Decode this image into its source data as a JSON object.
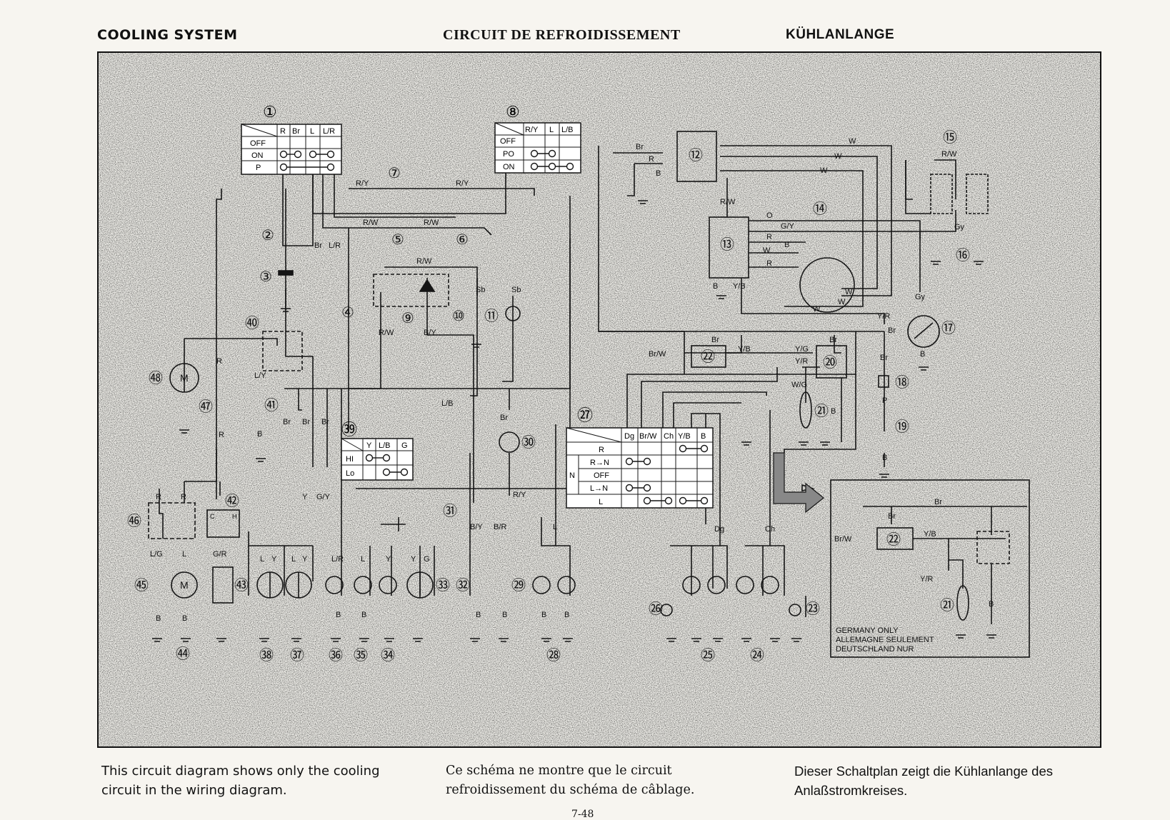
{
  "header": {
    "en": "COOLING SYSTEM",
    "fr": "CIRCUIT DE REFROIDISSEMENT",
    "de": "KÜHLANLANGE"
  },
  "captions": {
    "en": "This circuit diagram shows only the cooling circuit in the wiring diagram.",
    "fr": "Ce schéma ne montre que le circuit refroidissement du schéma de câblage.",
    "de": "Dieser Schaltplan zeigt die Kühlanlange des Anlaßstromkreises."
  },
  "page_number": "7-48",
  "switch_1": {
    "number": "①",
    "columns": [
      "R",
      "Br",
      "L",
      "L/R"
    ],
    "rows": [
      "OFF",
      "ON",
      "P"
    ]
  },
  "switch_8": {
    "number": "⑧",
    "columns": [
      "R/Y",
      "L",
      "L/B"
    ],
    "rows": [
      "OFF",
      "PO",
      "ON"
    ]
  },
  "switch_27": {
    "number": "㉗",
    "columns": [
      "Dg",
      "Br/W",
      "Ch",
      "Y/B",
      "B"
    ],
    "rows": [
      "R",
      "R→N",
      "OFF",
      "L→N",
      "L"
    ],
    "row_group": "N"
  },
  "switch_39": {
    "number": "㊴",
    "columns": [
      "Y",
      "L/B",
      "G"
    ],
    "rows": [
      "HI",
      "Lo"
    ]
  },
  "gauge_42": {
    "number": "㊷",
    "c": "C",
    "h": "H"
  },
  "inset": {
    "note_lines": [
      "GERMANY ONLY",
      "ALLEMAGNE SEULEMENT",
      "DEUTSCHLAND NUR"
    ],
    "labels": {
      "br": "Br",
      "brw": "Br/W",
      "yb": "Y/B",
      "yr": "Y/R",
      "b": "B",
      "n22": "㉒",
      "n21": "㉑"
    }
  },
  "wire_labels": {
    "ry": "R/Y",
    "rw": "R/W",
    "r": "R",
    "br": "Br",
    "b": "B",
    "w": "W",
    "o": "O",
    "gy": "G/Y",
    "gray": "Gy",
    "yb": "Y/B",
    "yr": "Y/R",
    "yg": "Y/G",
    "wg": "W/G",
    "by": "B/Y",
    "br_r": "B/R",
    "lb": "L/B",
    "ly": "L/Y",
    "lr": "L/R",
    "l": "L",
    "y": "Y",
    "g": "G",
    "gr": "G/R",
    "lg": "L/G",
    "sb": "Sb",
    "dg": "Dg",
    "ch": "Ch",
    "brw": "Br/W",
    "p": "P",
    "m": "M"
  },
  "numbers": [
    "②",
    "③",
    "④",
    "⑤",
    "⑥",
    "⑦",
    "⑨",
    "⑩",
    "⑪",
    "⑫",
    "⑬",
    "⑭",
    "⑮",
    "⑯",
    "⑰",
    "⑱",
    "⑲",
    "⑳",
    "㉑",
    "㉒",
    "㉓",
    "㉔",
    "㉕",
    "㉖",
    "㉘",
    "㉙",
    "㉚",
    "㉛",
    "㉜",
    "㉝",
    "㉞",
    "㉟",
    "㊱",
    "㊲",
    "㊳",
    "㊵",
    "㊶",
    "㊸",
    "㊹",
    "㊺",
    "㊻",
    "㊼",
    "㊽"
  ]
}
